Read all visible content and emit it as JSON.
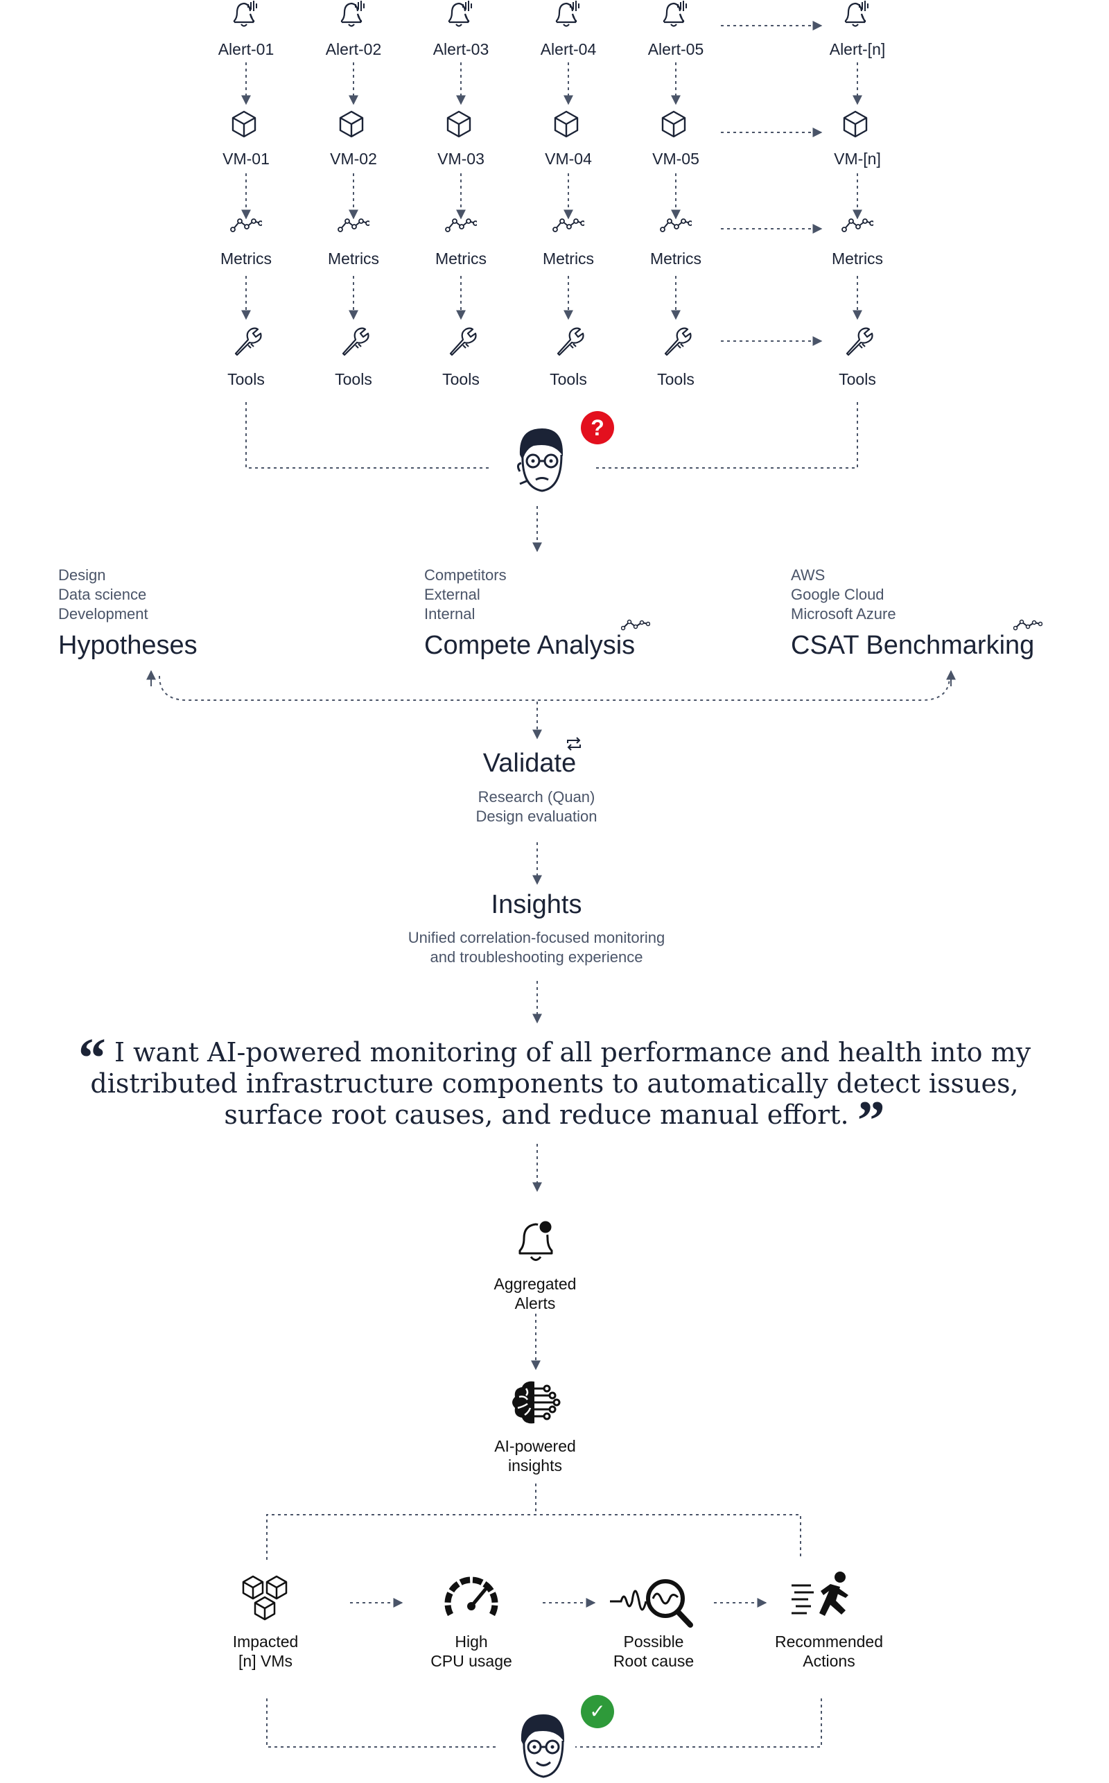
{
  "grid": {
    "columns": [
      {
        "alert": "Alert-01",
        "vm": "VM-01",
        "metrics": "Metrics",
        "tools": "Tools"
      },
      {
        "alert": "Alert-02",
        "vm": "VM-02",
        "metrics": "Metrics",
        "tools": "Tools"
      },
      {
        "alert": "Alert-03",
        "vm": "VM-03",
        "metrics": "Metrics",
        "tools": "Tools"
      },
      {
        "alert": "Alert-04",
        "vm": "VM-04",
        "metrics": "Metrics",
        "tools": "Tools"
      },
      {
        "alert": "Alert-05",
        "vm": "VM-05",
        "metrics": "Metrics",
        "tools": "Tools"
      },
      {
        "alert": "Alert-[n]",
        "vm": "VM-[n]",
        "metrics": "Metrics",
        "tools": "Tools"
      }
    ]
  },
  "persona_confused": {
    "badge": "?",
    "badge_color": "#e3101e"
  },
  "research": {
    "hypotheses": {
      "items": [
        "Design",
        "Data science",
        "Development"
      ],
      "title": "Hypotheses"
    },
    "compete": {
      "items": [
        "Competitors",
        "External",
        "Internal"
      ],
      "title": "Compete Analysis"
    },
    "csat": {
      "items": [
        "AWS",
        "Google Cloud",
        "Microsoft Azure"
      ],
      "title": "CSAT Benchmarking"
    }
  },
  "validate": {
    "title": "Validate",
    "lines": [
      "Research (Quan)",
      "Design evaluation"
    ]
  },
  "insights": {
    "title": "Insights",
    "lines": [
      "Unified correlation-focused monitoring",
      "and troubleshooting experience"
    ]
  },
  "quote": {
    "open": "“",
    "close": "”",
    "text": "I want AI-powered monitoring of all performance and health into my distributed infrastructure components to automatically detect issues, surface root causes, and reduce manual effort."
  },
  "solution": {
    "aggregated": [
      "Aggregated",
      "Alerts"
    ],
    "ai": [
      "AI-powered",
      "insights"
    ],
    "steps": [
      {
        "line1": "Impacted",
        "line2": "[n] VMs",
        "icon": "cubes-icon"
      },
      {
        "line1": "High",
        "line2": "CPU usage",
        "icon": "gauge-icon"
      },
      {
        "line1": "Possible",
        "line2": "Root cause",
        "icon": "wave-search-icon"
      },
      {
        "line1": "Recommended",
        "line2": "Actions",
        "icon": "running-person-icon"
      }
    ]
  },
  "persona_happy": {
    "badge": "✓",
    "badge_color": "#2e9a3a"
  },
  "colors": {
    "ink": "#1b2336",
    "line": "#4a5468",
    "red": "#e3101e",
    "green": "#2e9a3a"
  }
}
